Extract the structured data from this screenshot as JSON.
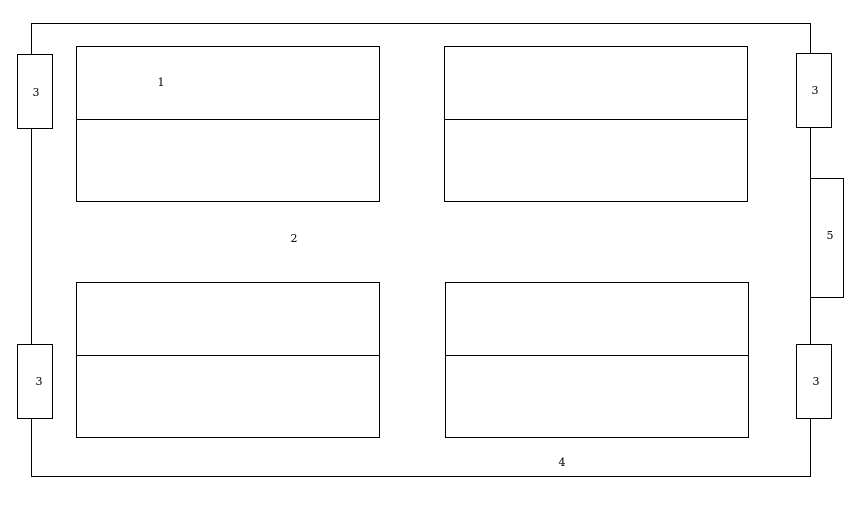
{
  "labels": {
    "panel": "1",
    "frame_interior": "2",
    "brace_top_left": "3",
    "brace_top_right": "3",
    "brace_bottom_left": "3",
    "brace_bottom_right": "3",
    "frame_bottom": "4",
    "side_block": "5"
  },
  "colors": {
    "line": "#000000",
    "background": "#ffffff"
  }
}
